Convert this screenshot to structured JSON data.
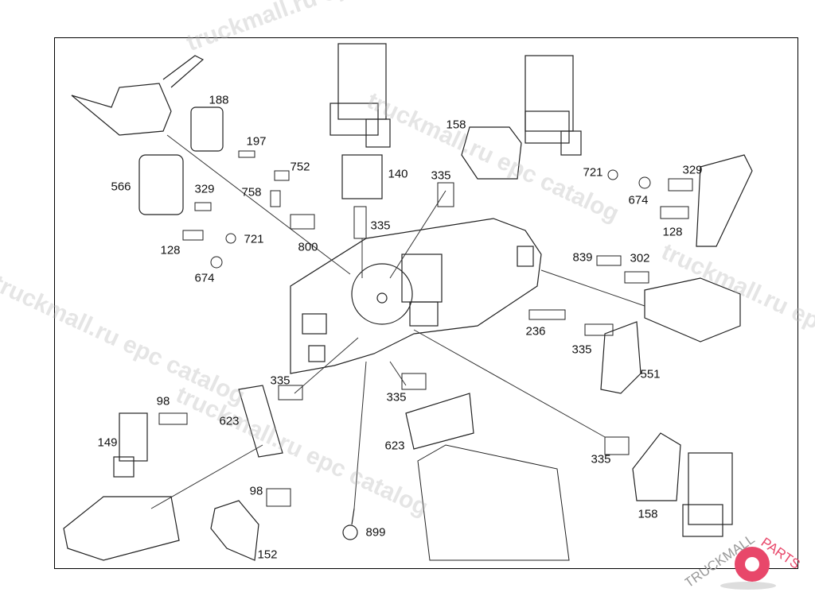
{
  "diagram": {
    "labels": [
      "188",
      "197",
      "752",
      "758",
      "140",
      "158",
      "335",
      "566",
      "329",
      "335",
      "800",
      "721",
      "128",
      "674",
      "721",
      "674",
      "329",
      "128",
      "839",
      "302",
      "236",
      "335",
      "551",
      "98",
      "335",
      "623",
      "149",
      "335",
      "623",
      "335",
      "158",
      "98",
      "899",
      "152"
    ]
  },
  "watermark": {
    "text": "truckmall.ru epc catalog",
    "logo_text": "TRUCKMALLPARTS",
    "logo_color": "#e8476a"
  }
}
